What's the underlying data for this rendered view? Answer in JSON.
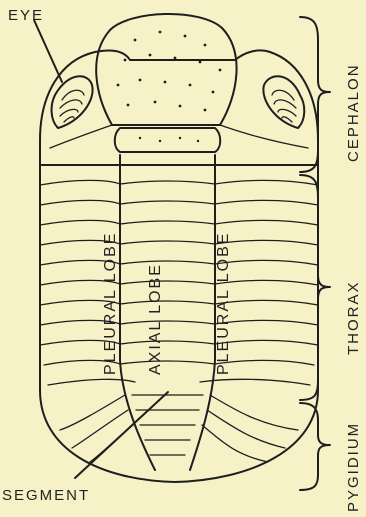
{
  "labels": {
    "eye": "EYE",
    "segment": "SEGMENT",
    "pleural_lobe_left": "PLEURAL LOBE",
    "axial_lobe": "AXIAL LOBE",
    "pleural_lobe_right": "PLEURAL LOBE"
  },
  "regions": {
    "cephalon": "CEPHALON",
    "thorax": "THORAX",
    "pygidium": "PYGIDIUM"
  },
  "colors": {
    "background": "#f6f1c7",
    "ink": "#1e1e1e"
  }
}
